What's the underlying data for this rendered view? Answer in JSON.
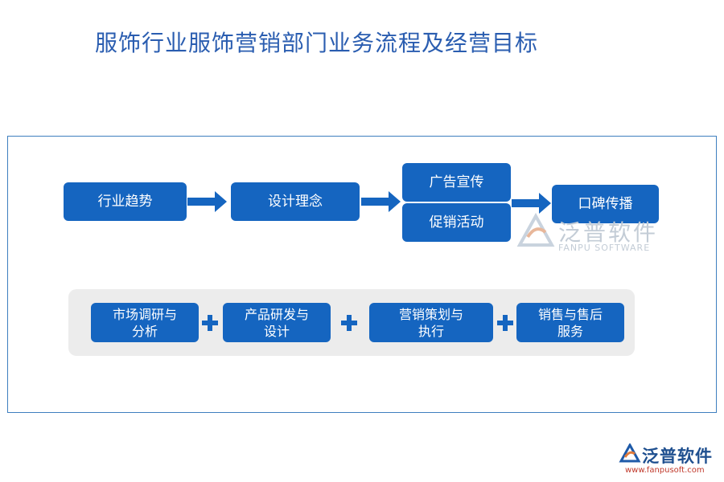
{
  "title": "服饰行业服饰营销部门业务流程及经营目标",
  "flow": {
    "step1": "行业趋势",
    "step2": "设计理念",
    "step3a": "广告宣传",
    "step3b": "促销活动",
    "step4": "口碑传播"
  },
  "goals": {
    "g1": "市场调研与\n分析",
    "g2": "产品研发与\n设计",
    "g3": "营销策划与\n执行",
    "g4": "销售与售后\n服务"
  },
  "watermark": {
    "brand_cn": "泛普软件",
    "brand_en": "FANPU SOFTWARE"
  },
  "footer_logo": {
    "brand_cn": "泛普软件",
    "url": "www.fanpusoft.com"
  },
  "colors": {
    "box": "#1565c0",
    "title": "#2a5db0",
    "frame": "#3e7fbf",
    "panel": "#ececec"
  }
}
